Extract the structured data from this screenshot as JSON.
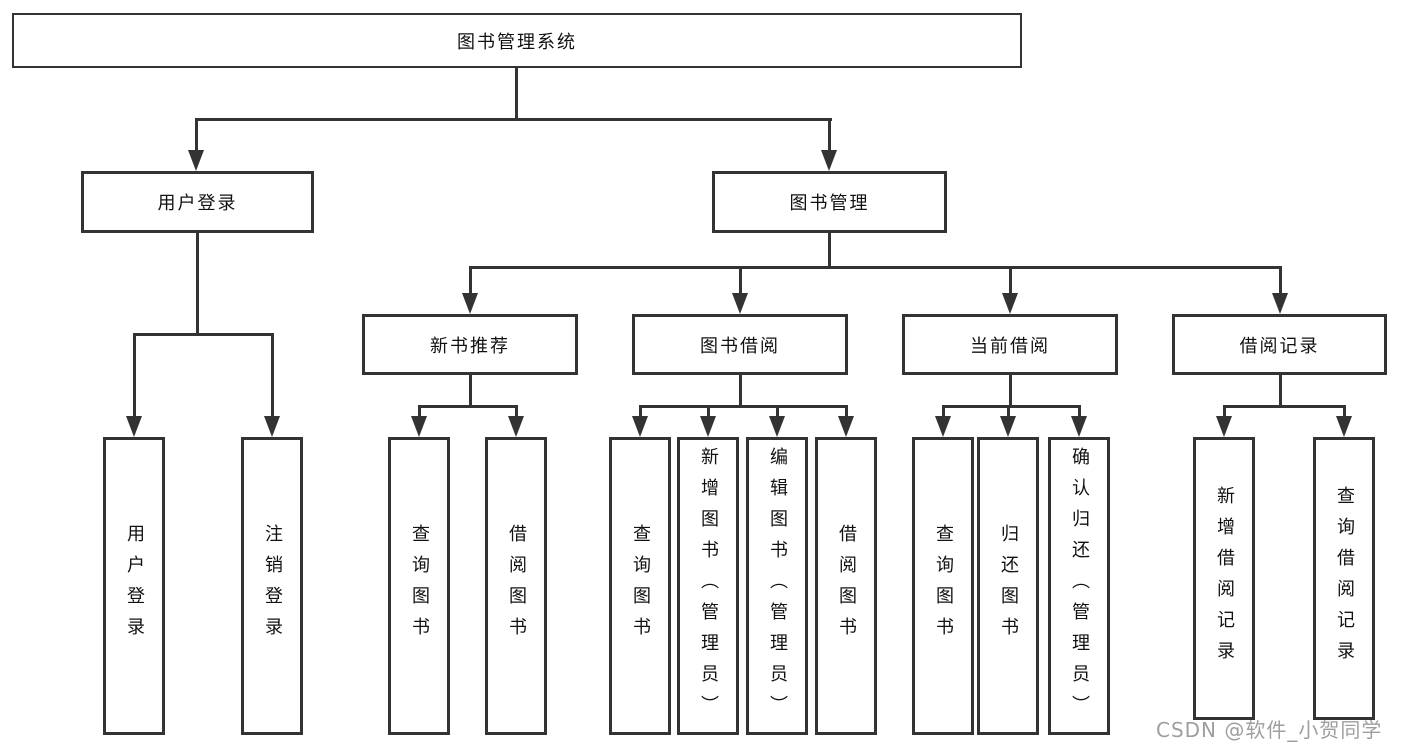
{
  "tree": {
    "root_label": "图书管理系统",
    "user_login": {
      "label": "用户登录",
      "leaves": [
        "用户登录",
        "注销登录"
      ]
    },
    "book_management": {
      "label": "图书管理"
    },
    "new_book_recommend": {
      "label": "新书推荐",
      "leaves": [
        "查询图书",
        "借阅图书"
      ]
    },
    "book_borrow": {
      "label": "图书借阅",
      "leaves": [
        "查询图书",
        "新增图书（管理员）",
        "编辑图书（管理员）",
        "借阅图书"
      ]
    },
    "current_borrow": {
      "label": "当前借阅",
      "leaves": [
        "查询图书",
        "归还图书",
        "确认归还（管理员）"
      ]
    },
    "borrow_record": {
      "label": "借阅记录",
      "leaves": [
        "新增借阅记录",
        "查询借阅记录"
      ]
    }
  },
  "watermark": {
    "text": "CSDN @软件_小贺同学"
  },
  "colors": {
    "line": "#333333",
    "box_border": "#333333",
    "text": "#111111",
    "watermark": "#9e9e9e",
    "background": "#ffffff"
  }
}
